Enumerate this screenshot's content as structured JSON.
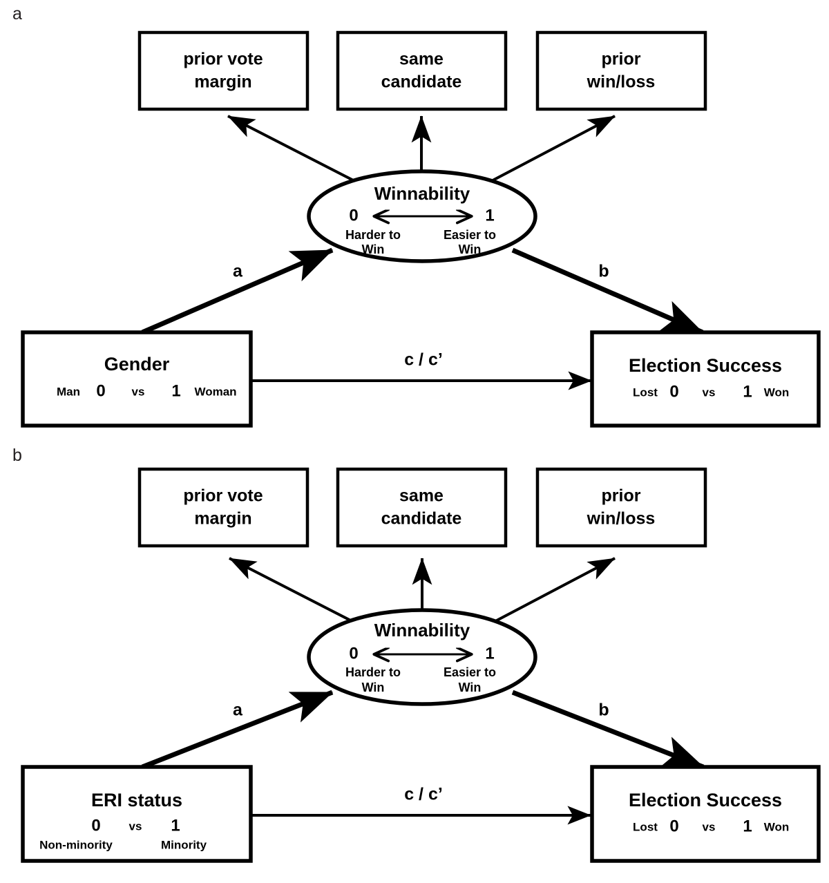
{
  "figure": {
    "type": "mediation-path-diagram",
    "background": "#ffffff",
    "stroke_color": "#000000",
    "panels": [
      {
        "key": "a",
        "label": "a",
        "predictor": {
          "title": "Gender",
          "scale_left_label": "Man",
          "scale_left_value": "0",
          "scale_vs": "vs",
          "scale_right_value": "1",
          "scale_right_label": "Woman",
          "layout": "inline"
        },
        "mediator": {
          "title": "Winnability",
          "low_value": "0",
          "high_value": "1",
          "low_label_line1": "Harder to",
          "low_label_line2": "Win",
          "high_label_line1": "Easier to",
          "high_label_line2": "Win"
        },
        "outcome": {
          "title": "Election Success",
          "scale_left_label": "Lost",
          "scale_left_value": "0",
          "scale_vs": "vs",
          "scale_right_value": "1",
          "scale_right_label": "Won"
        },
        "indicators": [
          {
            "line1": "prior vote",
            "line2": "margin"
          },
          {
            "line1": "same",
            "line2": "candidate"
          },
          {
            "line1": "prior",
            "line2": "win/loss"
          }
        ],
        "paths": {
          "a": "a",
          "b": "b",
          "c": "c / c’"
        }
      },
      {
        "key": "b",
        "label": "b",
        "predictor": {
          "title": "ERI status",
          "scale_left_label": "Non-minority",
          "scale_left_value": "0",
          "scale_vs": "vs",
          "scale_right_value": "1",
          "scale_right_label": "Minority",
          "layout": "stacked"
        },
        "mediator": {
          "title": "Winnability",
          "low_value": "0",
          "high_value": "1",
          "low_label_line1": "Harder to",
          "low_label_line2": "Win",
          "high_label_line1": "Easier to",
          "high_label_line2": "Win"
        },
        "outcome": {
          "title": "Election Success",
          "scale_left_label": "Lost",
          "scale_left_value": "0",
          "scale_vs": "vs",
          "scale_right_value": "1",
          "scale_right_label": "Won"
        },
        "indicators": [
          {
            "line1": "prior vote",
            "line2": "margin"
          },
          {
            "line1": "same",
            "line2": "candidate"
          },
          {
            "line1": "prior",
            "line2": "win/loss"
          }
        ],
        "paths": {
          "a": "a",
          "b": "b",
          "c": "c / c’"
        }
      }
    ]
  }
}
